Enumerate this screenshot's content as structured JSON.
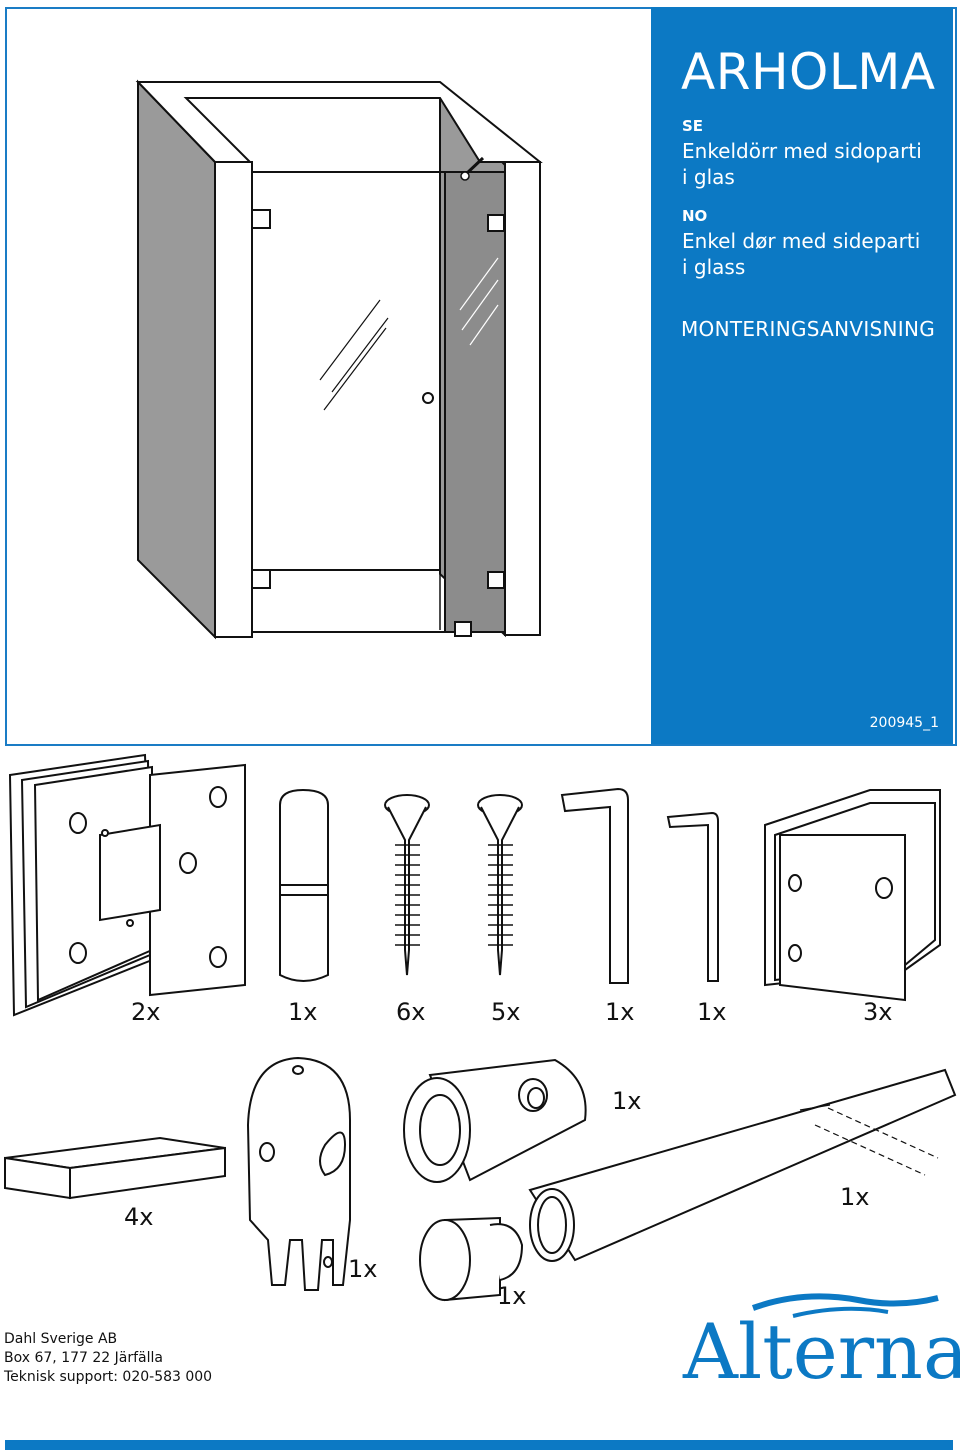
{
  "header": {
    "title": "ARHOLMA",
    "languages": [
      {
        "code": "SE",
        "text_line1": "Enkeldörr med sidoparti",
        "text_line2": "i glas"
      },
      {
        "code": "NO",
        "text_line1": "Enkel dør med sideparti",
        "text_line2": "i glass"
      }
    ],
    "subtitle": "MONTERINGSANVISNING",
    "document_number": "200945_1"
  },
  "parts_row1": {
    "quantities": [
      "2x",
      "1x",
      "6x",
      "5x",
      "1x",
      "1x",
      "3x"
    ]
  },
  "parts_row2": {
    "quantities": [
      "4x",
      "1x",
      "1x",
      "1x",
      "1x"
    ]
  },
  "footer": {
    "company_lines": [
      "Dahl Sverige AB",
      "Box 67, 177 22 Järfälla",
      "Teknisk support: 020-583 000"
    ],
    "logo_text": "Alterna",
    "brand_color": "#0c79c4"
  }
}
